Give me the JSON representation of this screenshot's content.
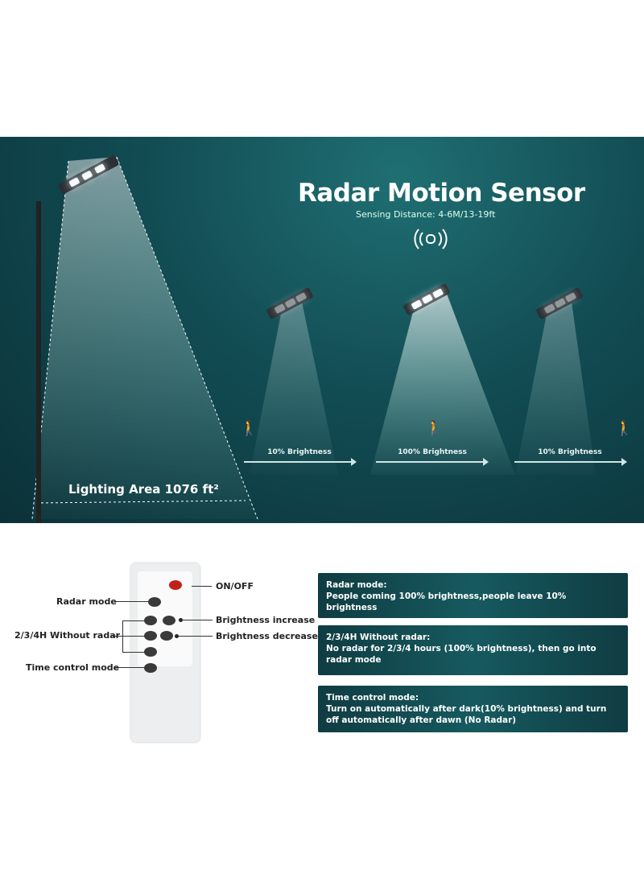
{
  "hero": {
    "title": "Radar Motion Sensor",
    "subtitle": "Sensing Distance: 4-6M/13-19ft",
    "radar_icon": "radar-wave-icon",
    "stages": [
      {
        "label": "10% Brightness"
      },
      {
        "label": "100% Brightness"
      },
      {
        "label": "10% Brightness"
      }
    ],
    "lighting_area": "Lighting Area 1076 ft²"
  },
  "remote": {
    "labels": {
      "on_off": "ON/OFF",
      "radar_mode": "Radar mode",
      "without_radar": "2/3/4H Without radar",
      "time_control": "Time control mode",
      "brightness_increase": "Brightness increase",
      "brightness_decrease": "Brightness decrease"
    }
  },
  "panels": [
    {
      "title": "Radar mode:",
      "text": "People coming 100% brightness,people leave 10% brightness"
    },
    {
      "title": "2/3/4H Without radar:",
      "text": "No radar for 2/3/4 hours (100% brightness), then go into radar mode"
    },
    {
      "title": "Time control mode:",
      "text": "Turn on automatically after dark(10% brightness) and turn off automatically after dawn (No Radar)"
    }
  ]
}
